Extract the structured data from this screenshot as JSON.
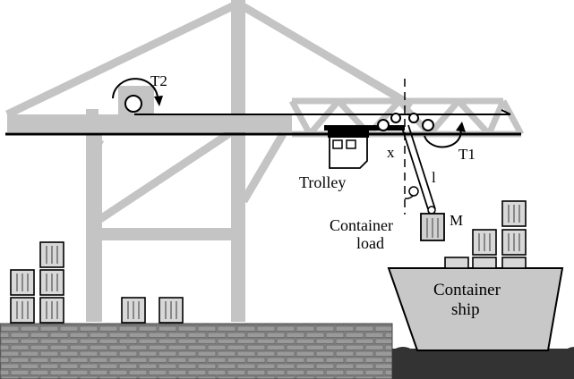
{
  "labels": {
    "t2": "T2",
    "t1": "T1",
    "x": "x",
    "l": "l",
    "m": "M",
    "trolley": "Trolley",
    "container_load_line1": "Container",
    "container_load_line2": "load",
    "ship_line1": "Container",
    "ship_line2": "ship"
  },
  "colors": {
    "crane": "#c4c4c4",
    "ship": "#c8c8c8",
    "wall": "#888888",
    "water": "#333333",
    "container": "#d8d8d8"
  }
}
